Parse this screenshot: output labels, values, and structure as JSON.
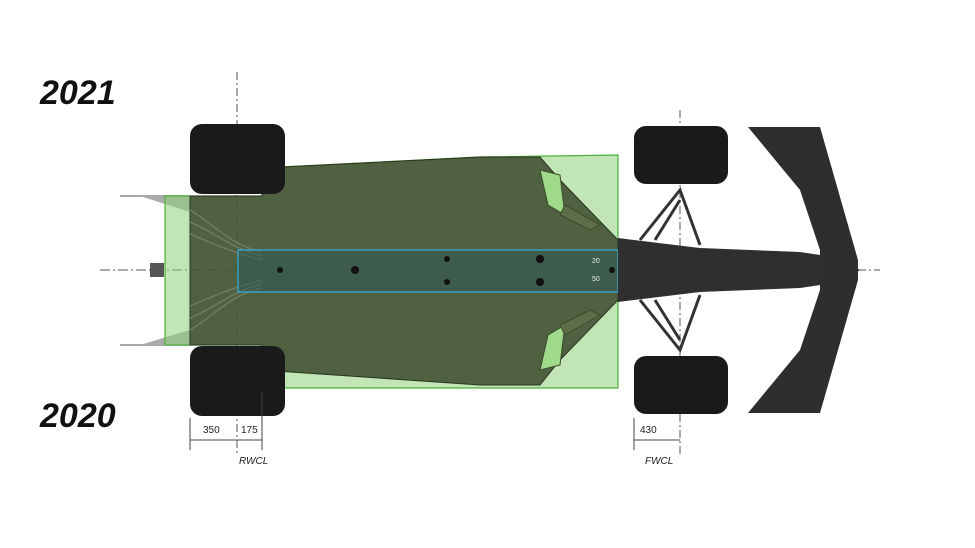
{
  "labels": {
    "year_top": "2021",
    "year_bottom": "2020"
  },
  "dimensions": {
    "rear_outer": "350",
    "rear_inner": "175",
    "front": "430",
    "rwcl": "RWCL",
    "fwcl": "FWCL"
  },
  "floor_marks": {
    "upper": "20",
    "lower": "50"
  },
  "colors": {
    "floor_2021_fill": "#8fd07a",
    "floor_2020_fill": "#3b4a2c",
    "plank_outline": "#3aa0c0",
    "tyre": "#1a1a1a",
    "wing": "#2e2e2e"
  }
}
